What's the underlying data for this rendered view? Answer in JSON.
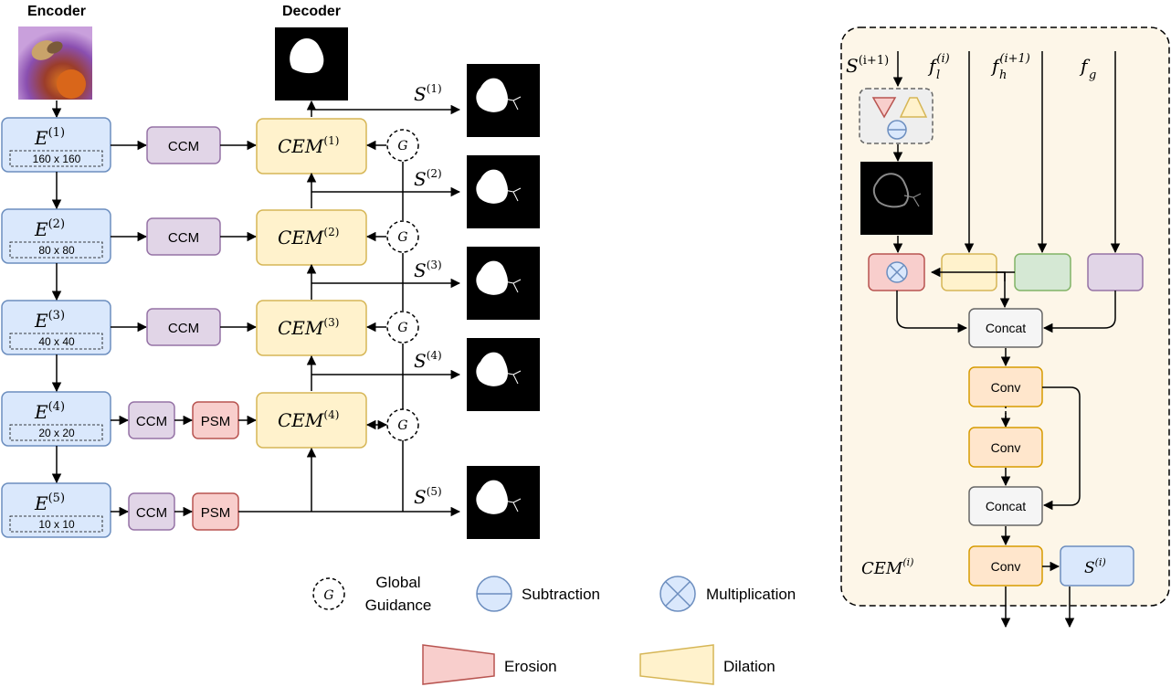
{
  "headers": {
    "encoder": "Encoder",
    "decoder": "Decoder"
  },
  "encoder": [
    {
      "sym": "E",
      "sup": "(1)",
      "size": "160 x 160"
    },
    {
      "sym": "E",
      "sup": "(2)",
      "size": "80 x 80"
    },
    {
      "sym": "E",
      "sup": "(3)",
      "size": "40 x 40"
    },
    {
      "sym": "E",
      "sup": "(4)",
      "size": "20 x 20"
    },
    {
      "sym": "E",
      "sup": "(5)",
      "size": "10 x 10"
    }
  ],
  "modules": {
    "ccm": "CCM",
    "psm": "PSM"
  },
  "cem": {
    "sym": "CEM",
    "sups": [
      "(1)",
      "(2)",
      "(3)",
      "(4)"
    ]
  },
  "guidance": "G",
  "outputs": {
    "sym": "S",
    "sups": [
      "(1)",
      "(2)",
      "(3)",
      "(4)",
      "(5)"
    ]
  },
  "detail": {
    "inputs": [
      {
        "sym": "S",
        "sup": "(i+1)",
        "sub": ""
      },
      {
        "sym": "f",
        "sup": "(i)",
        "sub": "l"
      },
      {
        "sym": "f",
        "sup": "(i+1)",
        "sub": "h"
      },
      {
        "sym": "f",
        "sup": "",
        "sub": "g"
      }
    ],
    "concat": "Concat",
    "conv": "Conv",
    "vdots": "⋮",
    "cem_label": {
      "sym": "CEM",
      "sup": "(i)"
    },
    "output": {
      "sym": "S",
      "sup": "(i)"
    }
  },
  "legend": {
    "global_guidance_line1": "Global",
    "global_guidance_line2": "Guidance",
    "subtraction": "Subtraction",
    "multiplication": "Multiplication",
    "erosion": "Erosion",
    "dilation": "Dilation"
  },
  "colors": {
    "encoder_fill": "#dae8fc",
    "encoder_stroke": "#6c8ebf",
    "ccm_fill": "#e1d5e7",
    "ccm_stroke": "#9673a6",
    "psm_fill": "#f8cecc",
    "psm_stroke": "#b85450",
    "cem_fill": "#fff2cc",
    "cem_stroke": "#d6b656",
    "conv_fill": "#ffe6cc",
    "conv_stroke": "#d79b00",
    "green_fill": "#d5e8d4",
    "green_stroke": "#82b366",
    "concat_fill": "#f5f5f5",
    "concat_stroke": "#666666",
    "panel_fill": "#fdf6e8"
  }
}
